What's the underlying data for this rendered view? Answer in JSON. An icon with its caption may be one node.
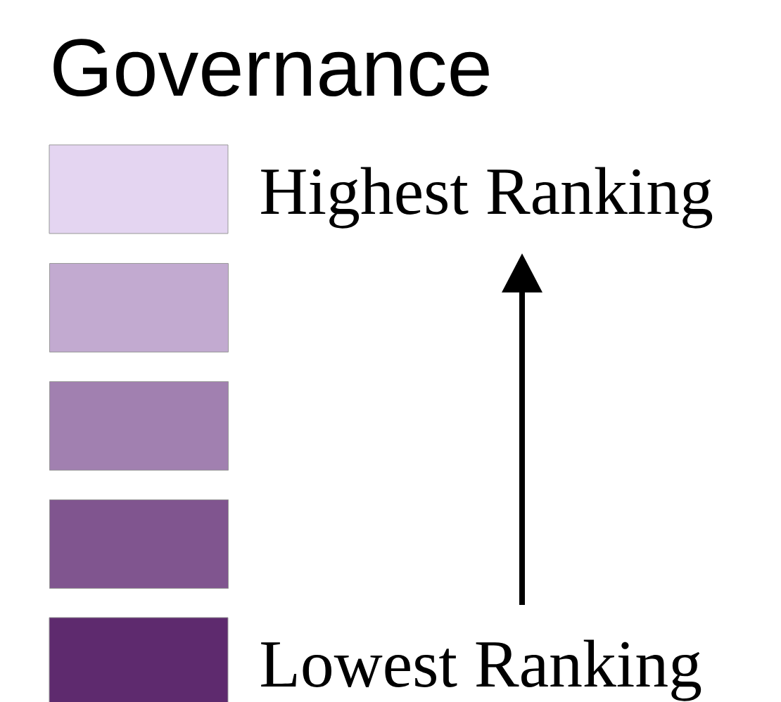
{
  "diagram": {
    "title": "Governance",
    "nodes": [
      {
        "text": [],
        "shape": "box"
      },
      {
        "text": [],
        "shape": "box"
      },
      {
        "text": [],
        "shape": "box"
      }
    ],
    "legend": [
      {
        "text": "Highest Ranking",
        "color": "#e4d5f1"
      },
      {
        "text": "Lowest Ranking",
        "color": "#5e2a6e"
      }
    ]
  }
}
